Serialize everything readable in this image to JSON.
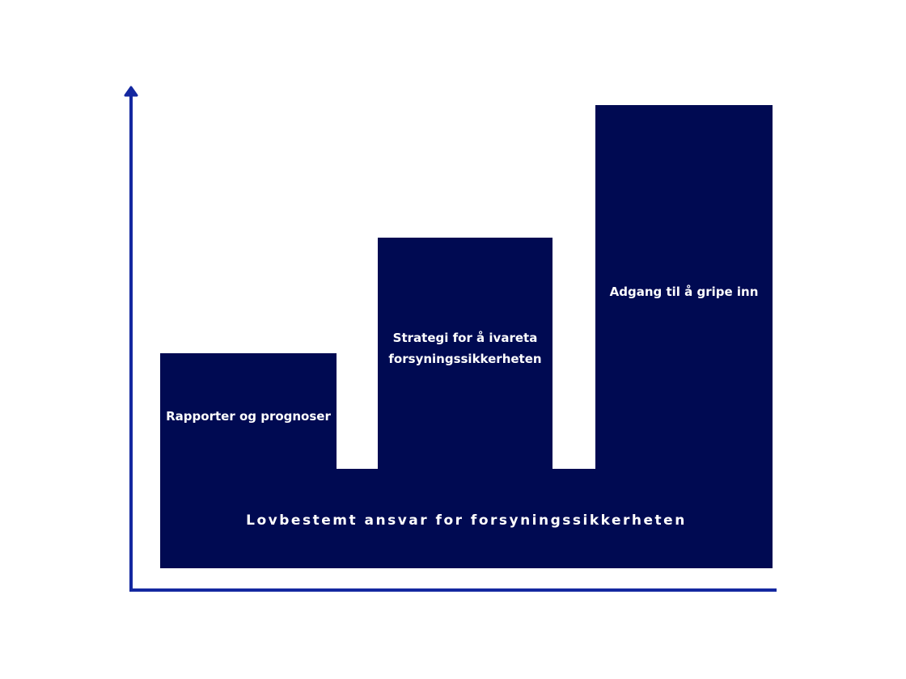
{
  "diagram": {
    "base_label": "Lovbestemt ansvar for forsyningssikkerheten",
    "steps": [
      {
        "label": "Rapporter og prognoser"
      },
      {
        "label_line1": "Strategi for å ivareta",
        "label_line2": "forsyningssikkerheten"
      },
      {
        "label": "Adgang til å gripe inn"
      }
    ],
    "colors": {
      "block": "#000a52",
      "axis": "#1428a0",
      "text": "#ffffff"
    }
  }
}
